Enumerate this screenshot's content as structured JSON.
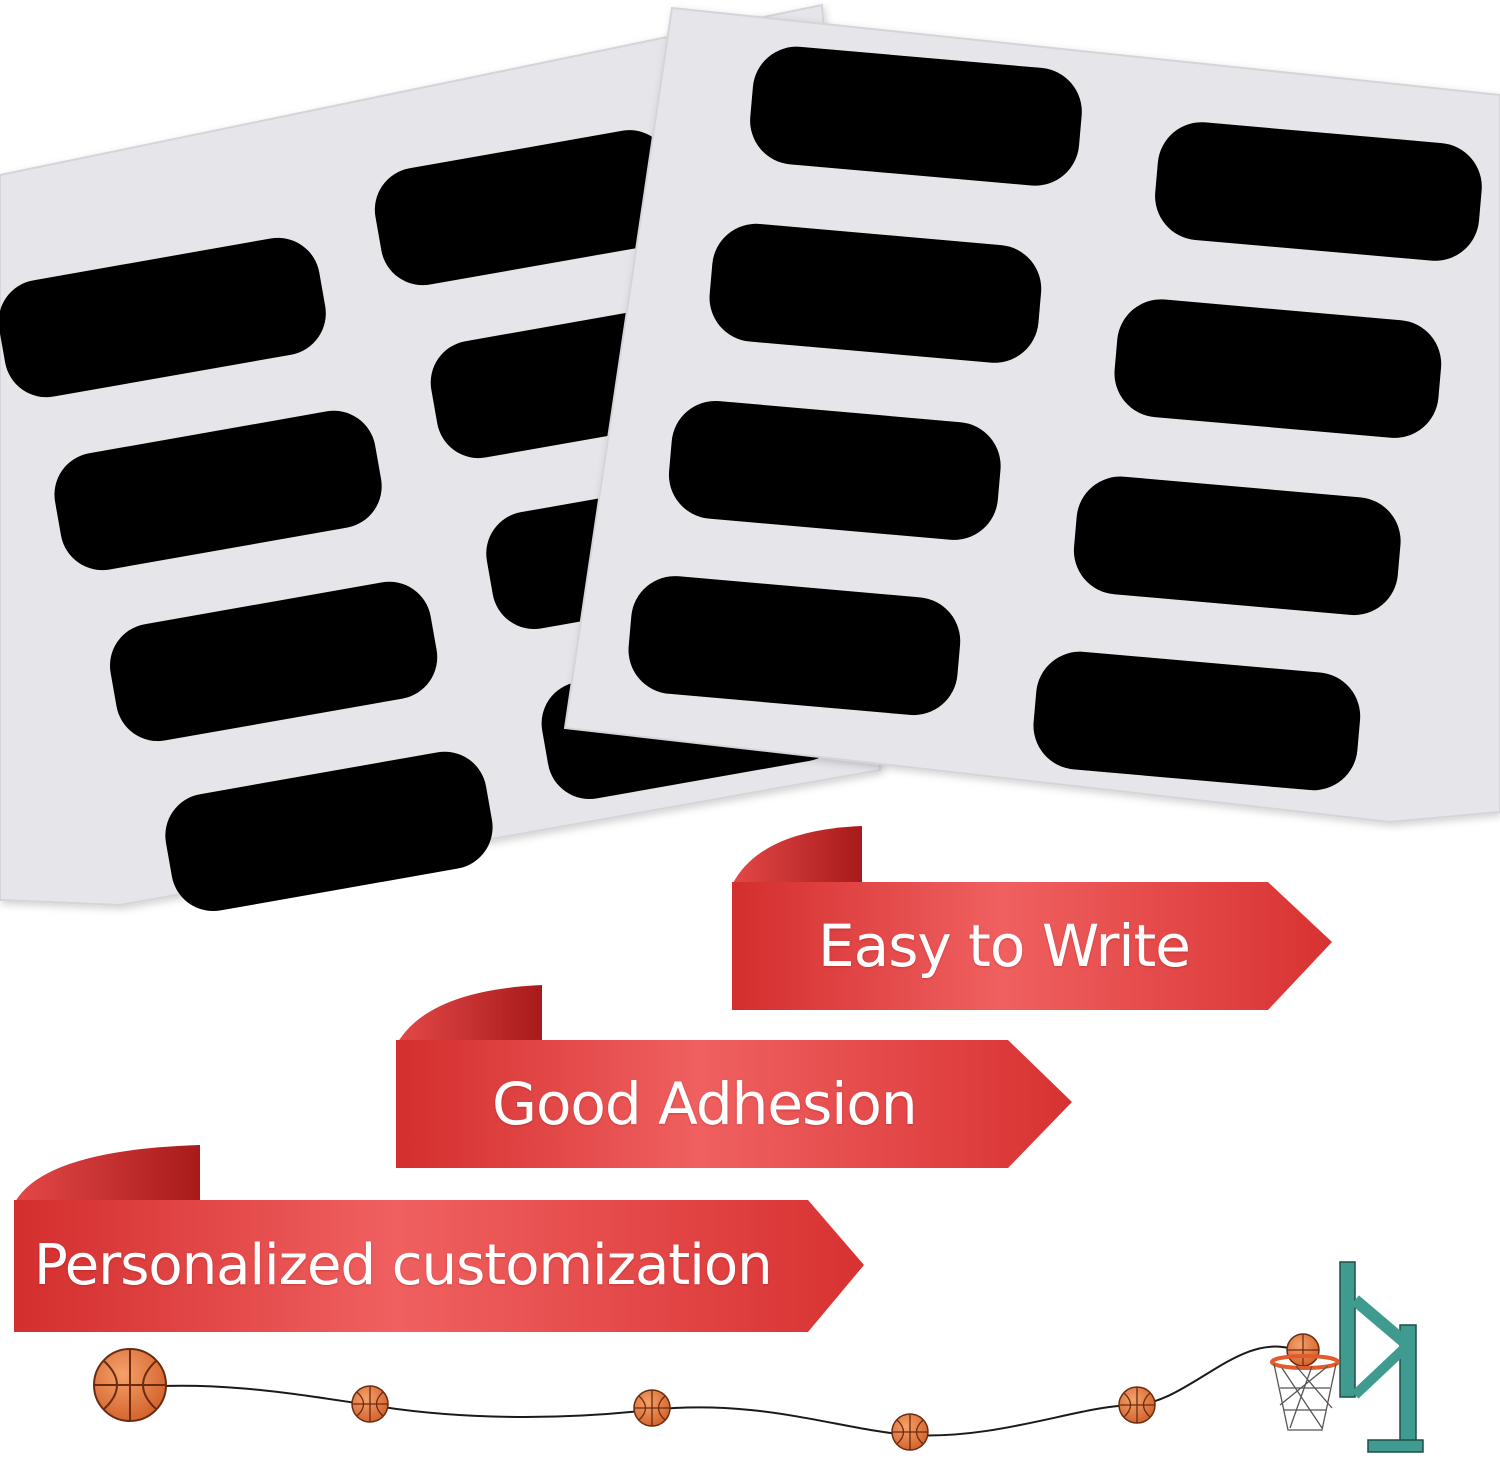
{
  "colors": {
    "background": "#ffffff",
    "sticker_sheet": "#e6e6ea",
    "sticker_sheet_edge": "#d4d4da",
    "eye_black": "#000000",
    "banner_red": "#dd3535",
    "banner_red_light": "#f06060",
    "banner_red_dark": "#a81a1a",
    "banner_text": "#ffffff",
    "basketball": "#e2733a",
    "basketball_seam": "#6a2b10",
    "hoop_post": "#3f9b8f",
    "hoop_rim": "#e35a2c",
    "string_line": "#1a1a1a"
  },
  "banners": [
    {
      "label": "Easy to Write"
    },
    {
      "label": "Good Adhesion"
    },
    {
      "label": "Personalized customization"
    }
  ],
  "sticker_sheets": [
    {
      "name": "back-sheet",
      "strips": 8
    },
    {
      "name": "front-sheet",
      "strips": 8
    }
  ],
  "decoration": {
    "basketballs": 6,
    "hoop_icon": "basketball-hoop-icon",
    "ball_icon": "basketball-icon"
  }
}
